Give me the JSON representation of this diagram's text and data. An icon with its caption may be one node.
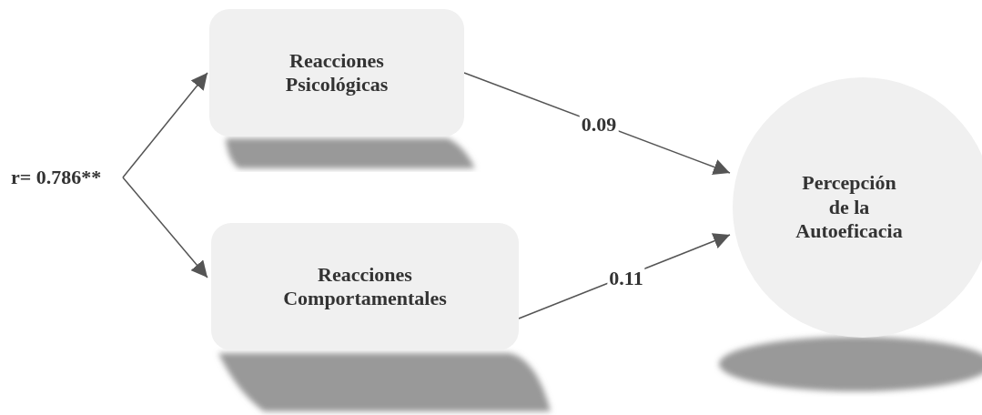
{
  "diagram": {
    "nodes": [
      {
        "text": [
          "r= 0.786**"
        ]
      },
      {
        "text": [
          "Reacciones Psicológicas"
        ]
      },
      {
        "text": [
          "Reacciones Comportamentales"
        ]
      },
      {
        "text": [
          "Percepción de la Autoeficacia"
        ]
      }
    ],
    "edges": [
      {
        "from": 0,
        "to": 1,
        "arrow": "to"
      },
      {
        "from": 0,
        "to": 2,
        "arrow": "to"
      },
      {
        "from": 1,
        "to": 3,
        "arrow": "to",
        "label": "0.09"
      },
      {
        "from": 2,
        "to": 3,
        "arrow": "to",
        "label": "0.11"
      }
    ]
  }
}
